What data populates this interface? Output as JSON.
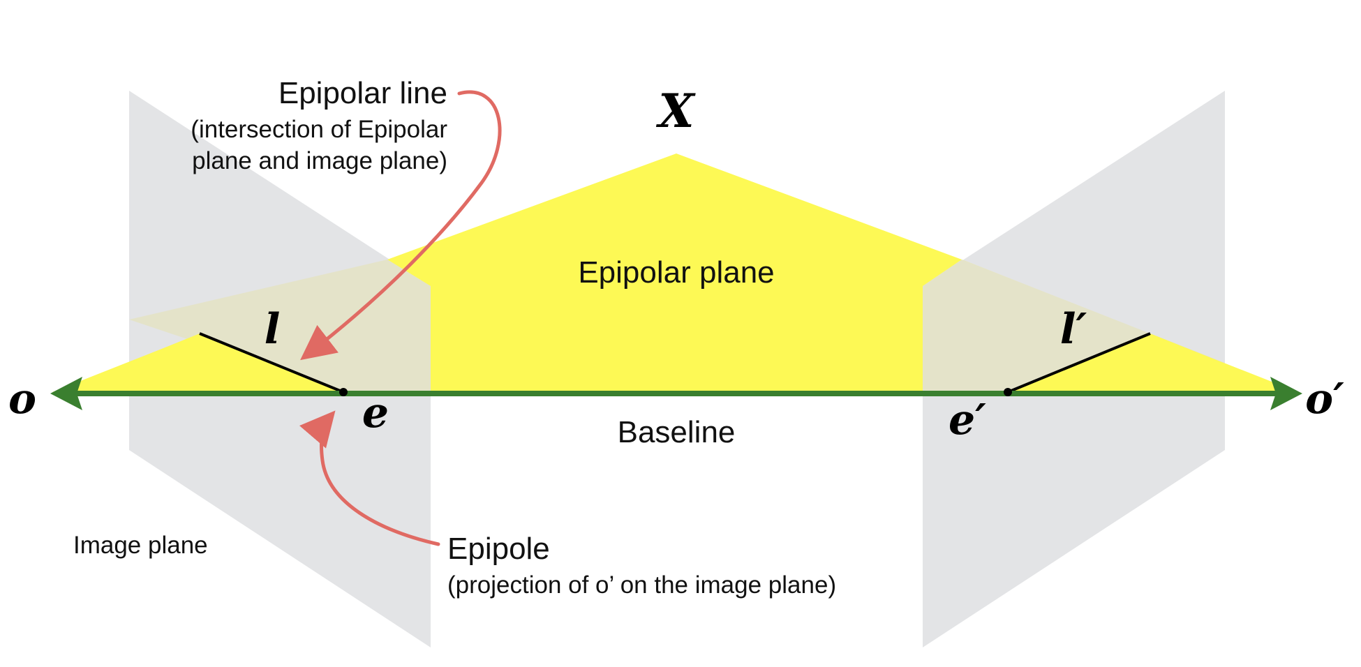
{
  "labels": {
    "point_x": "X",
    "epipolar_plane": "Epipolar plane",
    "epipolar_line_title": "Epipolar line",
    "epipolar_line_note_1": "(intersection of Epipolar",
    "epipolar_line_note_2": "plane and image plane)",
    "line_l": "l",
    "line_l_prime": "l′",
    "center_o": "o",
    "center_o_prime": "o′",
    "epipole_e": "e",
    "epipole_e_prime": "e′",
    "baseline": "Baseline",
    "image_plane": "Image plane",
    "epipole_title": "Epipole",
    "epipole_note": "(projection of o’ on the image plane)"
  },
  "colors": {
    "image_plane": "#e3e4e6",
    "image_plane_overlap": "#e4e3c9",
    "epipolar_plane": "#fdf955",
    "baseline": "#3a7f2f",
    "annotation_arrow": "#e06a63",
    "epipolar_line": "#000000"
  }
}
